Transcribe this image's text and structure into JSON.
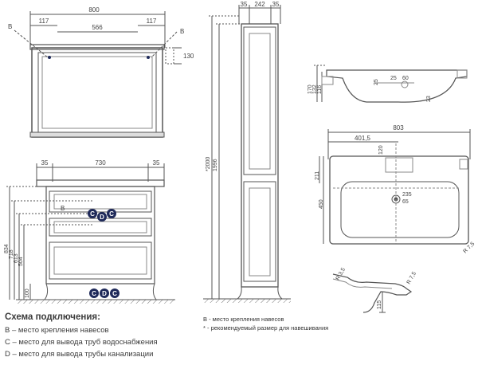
{
  "mirror": {
    "overall_width": "800",
    "side_offset_left": "117",
    "side_offset_right": "117",
    "inner_width": "566",
    "height_note": "130",
    "mount_left": "B",
    "mount_right": "B"
  },
  "vanity": {
    "top_width": "730",
    "side_left": "35",
    "side_right": "35",
    "heights": [
      "834",
      "718",
      "613",
      "504",
      "100"
    ],
    "mount_label": "B",
    "marks_top": [
      "C",
      "D",
      "C"
    ],
    "marks_bottom": [
      "C",
      "D",
      "C"
    ]
  },
  "cabinet": {
    "widths": [
      "35",
      "242",
      "35"
    ],
    "heights": [
      "*2000",
      "1996"
    ]
  },
  "basin_side": {
    "labels": [
      "170",
      "132",
      "116",
      "25",
      "25",
      "60",
      "23"
    ]
  },
  "basin_top": {
    "width": "803",
    "offset": "401,5",
    "dims": [
      "211",
      "450",
      "120",
      "235",
      "65"
    ],
    "radius": "R 7,5"
  },
  "basin_section": {
    "labels": [
      "R 3,5",
      "R 7,5",
      "115"
    ]
  },
  "legend": {
    "title": "Схема подключения:",
    "items": [
      "B – место крепления навесов",
      "С – место для вывода труб водоснабжения",
      "D – место для вывода трубы канализации"
    ]
  },
  "notes": {
    "items": [
      "B - место крепления навесов",
      "* - рекомендуемый размер для навешивания"
    ]
  },
  "colors": {
    "line": "#555555",
    "mark_fill": "#1f2a5a",
    "mark_text": "#ffffff",
    "hatch": "#777777"
  }
}
